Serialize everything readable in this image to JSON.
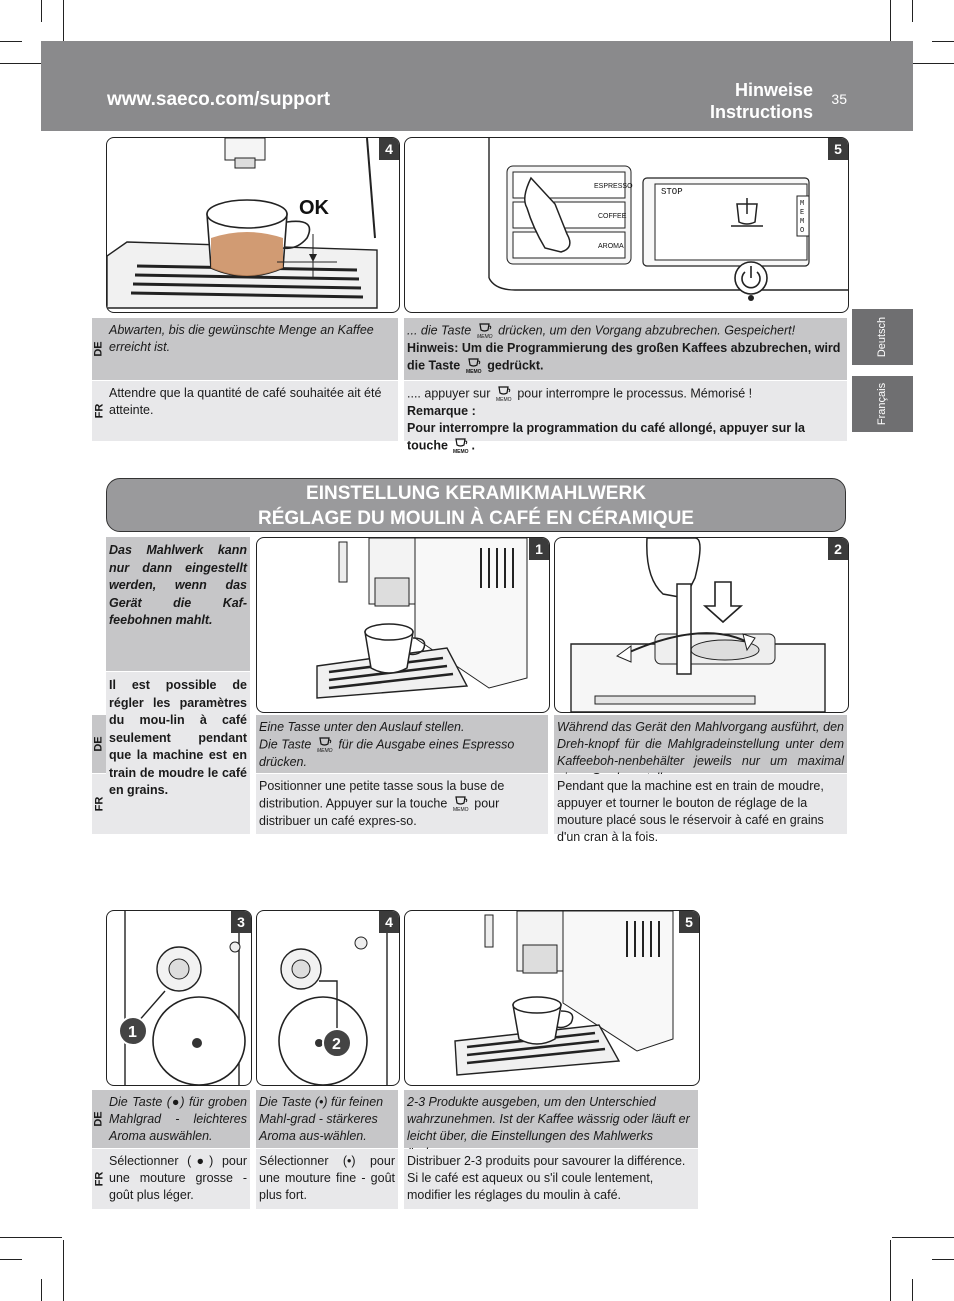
{
  "header": {
    "url": "www.saeco.com/support",
    "title_de": "Hinweise",
    "title_fr": "Instructions",
    "page_number": "35"
  },
  "sidetabs": {
    "de": "Deutsch",
    "fr": "Français"
  },
  "lang": {
    "de": "DE",
    "fr": "FR"
  },
  "top": {
    "fig4": "4",
    "fig5": "5",
    "ok_label": "OK",
    "panel_buttons": [
      "ESPRESSO",
      "COFFEE",
      "AROMA"
    ],
    "display_stop": "STOP",
    "display_memo": "MEMO",
    "de_left": "Abwarten, bis die gewünschte Menge an Kaffee erreicht ist.",
    "fr_left": "Attendre que la quantité de café souhaitée ait été atteinte.",
    "de_right_a": "... die Taste",
    "de_right_b": "drücken, um den Vorgang abzubrechen. Gespeichert!",
    "de_right_hint_a": "Hinweis: Um die Programmierung des großen Kaffees abzubrechen, wird die Taste",
    "de_right_hint_b": "gedrückt.",
    "fr_right_a": ".... appuyer sur",
    "fr_right_b": "pour interrompre le processus. Mémorisé !",
    "fr_right_remark": "Remarque :",
    "fr_right_remark_text": "Pour interrompre la programmation du café allongé, appuyer sur la touche"
  },
  "section": {
    "title_de": "EINSTELLUNG KERAMIKMAHLWERK",
    "title_fr": "RÉGLAGE DU MOULIN À CAFÉ EN CÉRAMIQUE",
    "intro_de": "Das Mahlwerk kann nur dann eingestellt werden, wenn das Gerät die Kaf-feebohnen mahlt.",
    "intro_fr": "Il est possible de régler les paramètres du mou-lin à café seulement pendant que la machine est en train de moudre le café en grains."
  },
  "steps_mid": [
    {
      "num": "1",
      "de_a": "Eine Tasse unter den Auslauf stellen.",
      "de_b": "Die Taste",
      "de_c": "für die Ausgabe eines Espresso drücken.",
      "fr_a": "Positionner une petite tasse sous la buse de distribution. Appuyer sur la touche",
      "fr_b": "pour distribuer un café expres-so."
    },
    {
      "num": "2",
      "de": "Während das Gerät den Mahlvorgang ausführt, den Dreh-knopf für die Mahlgradeinstellung unter dem Kaffeeboh-nenbehälter jeweils nur um maximal einen Grad verstellen.",
      "fr": "Pendant que la machine est en train de moudre, appuyer et tourner le bouton de réglage de la mouture placé sous le réservoir à café en grains d'un cran à la fois."
    }
  ],
  "steps_bottom": [
    {
      "num": "3",
      "badge": "1",
      "de": "Die Taste (●) für groben Mahlgrad - leichteres Aroma auswählen.",
      "fr": "Sélectionner (●) pour une mouture grosse - goût plus léger."
    },
    {
      "num": "4",
      "badge": "2",
      "de": "Die Taste (•) für feinen Mahl-grad - stärkeres Aroma aus-wählen.",
      "fr": "Sélectionner (•) pour une mouture fine - goût plus fort."
    },
    {
      "num": "5",
      "de": "2-3 Produkte ausgeben, um den Unterschied wahrzunehmen. Ist der Kaffee wässrig oder läuft er leicht über, die Einstellungen des Mahlwerks ändern.",
      "fr": "Distribuer 2-3 produits pour savourer la différence. Si le café est aqueux ou s'il coule lentement, modifier les réglages du moulin à café."
    }
  ]
}
